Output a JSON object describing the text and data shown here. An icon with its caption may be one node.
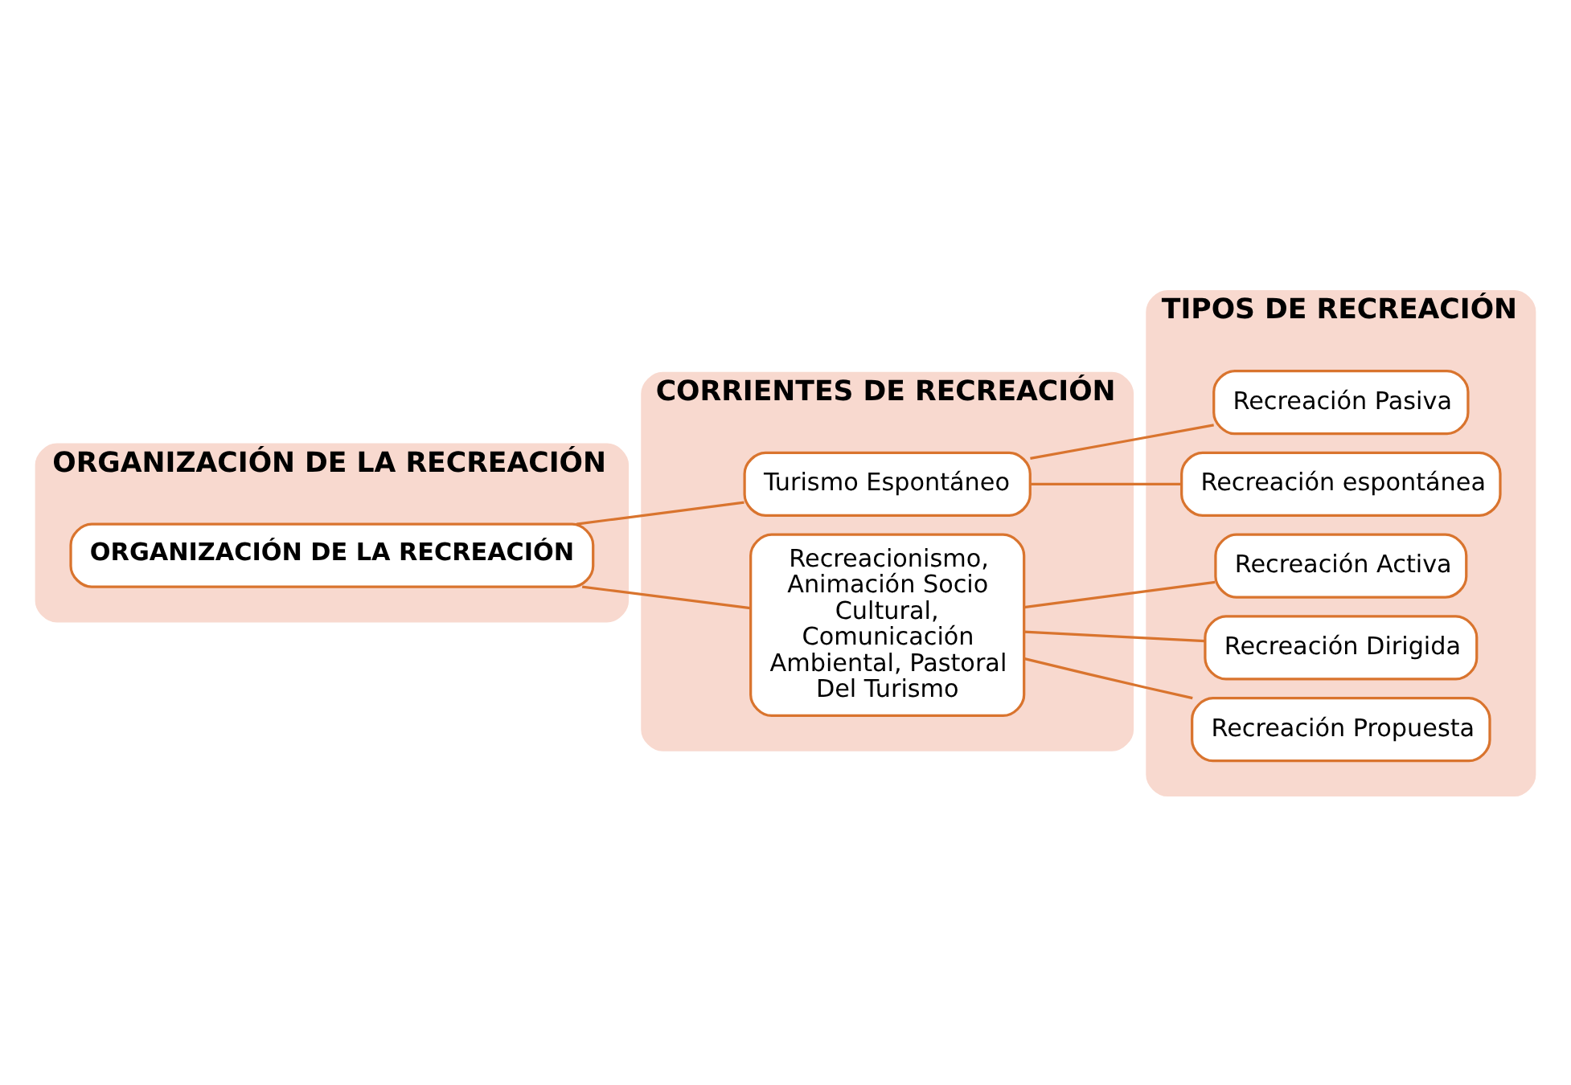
{
  "diagram": {
    "nodes": [
      {
        "text": [
          "ORGANIZACIÓN DE LA RECREACIÓN"
        ]
      },
      {
        "text": [
          "ORGANIZACIÓN DE LA RECREACIÓN"
        ],
        "in": 0
      },
      {
        "text": [
          "CORRIENTES DE RECREACIÓN"
        ]
      },
      {
        "text": [
          "Turismo Espontáneo"
        ],
        "in": 2
      },
      {
        "text": [
          "Recreacionismo, Animación Socio Cultural, Comunicación Ambiental, Pastoral Del Turismo"
        ],
        "in": 2
      },
      {
        "text": [
          "TIPOS DE RECREACIÓN"
        ]
      },
      {
        "text": [
          "Recreación Pasiva"
        ],
        "in": 5
      },
      {
        "text": [
          "Recreación espontánea"
        ],
        "in": 5
      },
      {
        "text": [
          "Recreación Activa"
        ],
        "in": 5
      },
      {
        "text": [
          "Recreación Dirigida"
        ],
        "in": 5
      },
      {
        "text": [
          "Recreación Propuesta"
        ],
        "in": 5
      }
    ],
    "edges": [
      {
        "from": 1,
        "to": 3,
        "arrow": "none"
      },
      {
        "from": 1,
        "to": 4,
        "arrow": "none"
      },
      {
        "from": 3,
        "to": 6,
        "arrow": "none"
      },
      {
        "from": 3,
        "to": 7,
        "arrow": "none"
      },
      {
        "from": 4,
        "to": 8,
        "arrow": "none"
      },
      {
        "from": 4,
        "to": 9,
        "arrow": "none"
      },
      {
        "from": 4,
        "to": 10,
        "arrow": "none"
      }
    ]
  }
}
